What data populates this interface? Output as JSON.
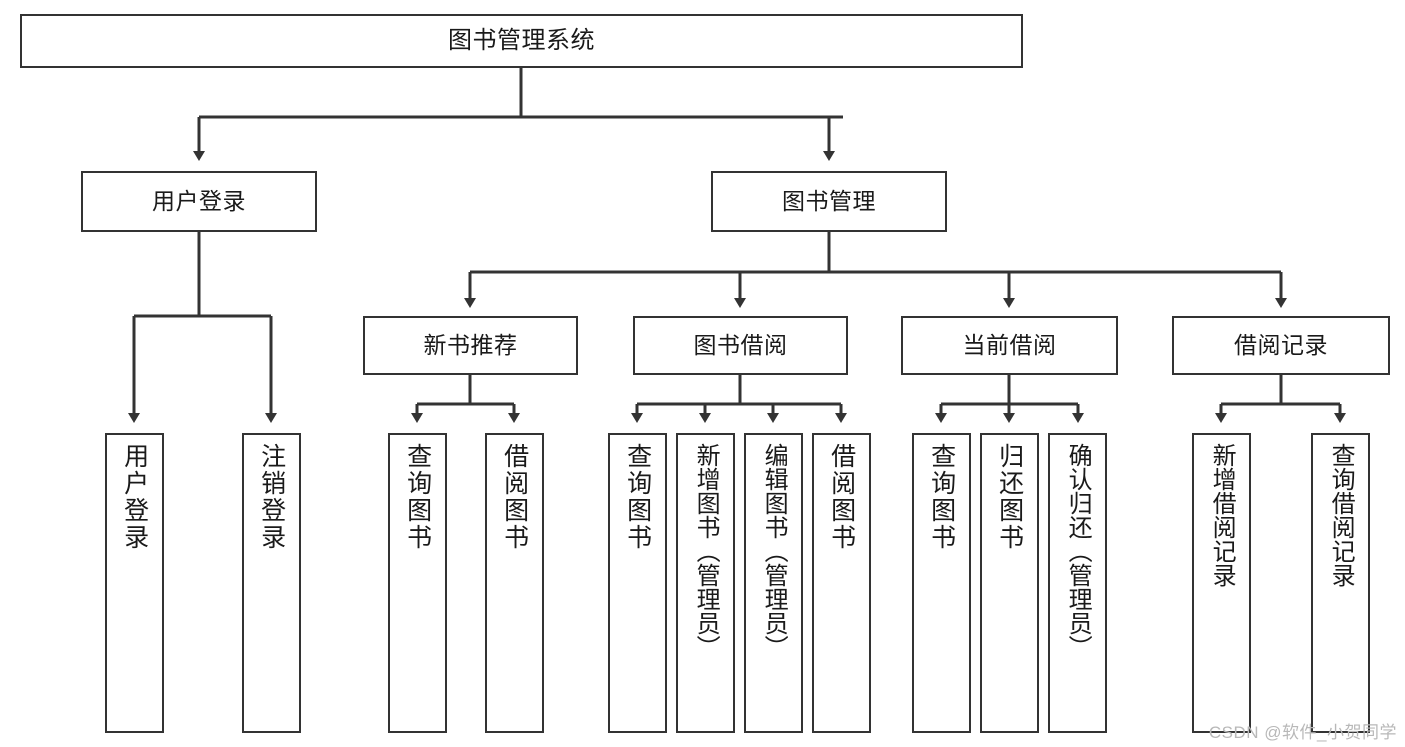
{
  "diagram": {
    "title": "图书管理系统",
    "type": "tree-hierarchy",
    "watermark": "CSDN @软件_小贺同学",
    "colors": {
      "background": "#ffffff",
      "box_border": "#333333",
      "box_fill": "#ffffff",
      "connector": "#333333",
      "text": "#1a1a1a",
      "watermark": "#b8b8b8"
    },
    "nodes": {
      "root": {
        "label": "图书管理系统"
      },
      "level2": [
        {
          "label": "用户登录"
        },
        {
          "label": "图书管理"
        }
      ],
      "level3": [
        {
          "label": "新书推荐"
        },
        {
          "label": "图书借阅"
        },
        {
          "label": "当前借阅"
        },
        {
          "label": "借阅记录"
        }
      ],
      "leaves": {
        "user_login": [
          {
            "label": "用户登录"
          },
          {
            "label": "注销登录"
          }
        ],
        "new_book_recommend": [
          {
            "label": "查询图书"
          },
          {
            "label": "借阅图书"
          }
        ],
        "book_borrow": [
          {
            "label": "查询图书"
          },
          {
            "label": "新增图书（管理员）"
          },
          {
            "label": "编辑图书（管理员）"
          },
          {
            "label": "借阅图书"
          }
        ],
        "current_borrow": [
          {
            "label": "查询图书"
          },
          {
            "label": "归还图书"
          },
          {
            "label": "确认归还（管理员）"
          }
        ],
        "borrow_record": [
          {
            "label": "新增借阅记录"
          },
          {
            "label": "查询借阅记录"
          }
        ]
      }
    }
  }
}
